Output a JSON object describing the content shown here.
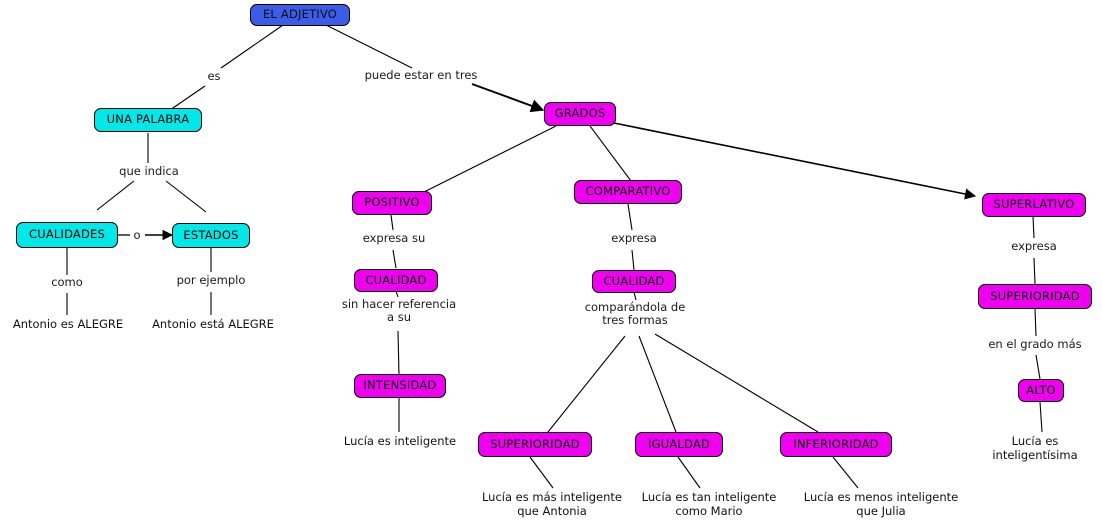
{
  "map": {
    "title": "EL ADJETIVO",
    "nodes": [
      {
        "id": "adjetivo",
        "label": "EL ADJETIVO",
        "kind": "root"
      },
      {
        "id": "una-palabra",
        "label": "UNA PALABRA",
        "kind": "cyan"
      },
      {
        "id": "cualidades",
        "label": "CUALIDADES",
        "kind": "cyan"
      },
      {
        "id": "estados",
        "label": "ESTADOS",
        "kind": "cyan"
      },
      {
        "id": "grados",
        "label": "GRADOS",
        "kind": "magenta"
      },
      {
        "id": "positivo",
        "label": "POSITIVO",
        "kind": "magenta"
      },
      {
        "id": "comparativo",
        "label": "COMPARATIVO",
        "kind": "magenta"
      },
      {
        "id": "superlativo",
        "label": "SUPERLATIVO",
        "kind": "magenta"
      },
      {
        "id": "cualidad-pos",
        "label": "CUALIDAD",
        "kind": "magenta"
      },
      {
        "id": "intensidad",
        "label": "INTENSIDAD",
        "kind": "magenta"
      },
      {
        "id": "cualidad-comp",
        "label": "CUALIDAD",
        "kind": "magenta"
      },
      {
        "id": "superioridad-c",
        "label": "SUPERIORIDAD",
        "kind": "magenta"
      },
      {
        "id": "igualdad",
        "label": "IGUALDAD",
        "kind": "magenta"
      },
      {
        "id": "inferioridad",
        "label": "INFERIORIDAD",
        "kind": "magenta"
      },
      {
        "id": "superioridad-s",
        "label": "SUPERIORIDAD",
        "kind": "magenta"
      },
      {
        "id": "alto",
        "label": "ALTO",
        "kind": "magenta"
      }
    ],
    "edge_labels": [
      {
        "id": "es",
        "text": "es"
      },
      {
        "id": "puede-estar-en-tres",
        "text": "puede estar en tres"
      },
      {
        "id": "que-indica",
        "text": "que indica"
      },
      {
        "id": "o",
        "text": "o"
      },
      {
        "id": "como",
        "text": "como"
      },
      {
        "id": "por-ejemplo",
        "text": "por ejemplo"
      },
      {
        "id": "expresa-su",
        "text": "expresa su"
      },
      {
        "id": "sin-hacer-referencia",
        "line1": "sin hacer referencia",
        "line2": "a su"
      },
      {
        "id": "expresa-comp",
        "text": "expresa"
      },
      {
        "id": "comparandola",
        "line1": "comparándola de",
        "line2": "tres formas"
      },
      {
        "id": "expresa-sup",
        "text": "expresa"
      },
      {
        "id": "en-el-grado-mas",
        "text": "en el grado más"
      }
    ],
    "examples": [
      {
        "id": "ej-cualidades",
        "line1": "Antonio es ALEGRE",
        "line2": ""
      },
      {
        "id": "ej-estados",
        "line1": "Antonio está ALEGRE",
        "line2": ""
      },
      {
        "id": "ej-positivo",
        "line1": "Lucía es inteligente",
        "line2": ""
      },
      {
        "id": "ej-superioridad-c",
        "line1": "Lucía es más inteligente",
        "line2": "que Antonia"
      },
      {
        "id": "ej-igualdad",
        "line1": "Lucía es tan inteligente",
        "line2": "como Mario"
      },
      {
        "id": "ej-inferioridad",
        "line1": "Lucía es menos inteligente",
        "line2": "que Julia"
      },
      {
        "id": "ej-superlativo",
        "line1": "Lucía es",
        "line2": "inteligentísima"
      }
    ],
    "colors": {
      "root": "#3b5ce8",
      "cyan": "#00e8e8",
      "magenta": "#f000f0",
      "stroke": "#000000",
      "background": "#ffffff"
    }
  }
}
